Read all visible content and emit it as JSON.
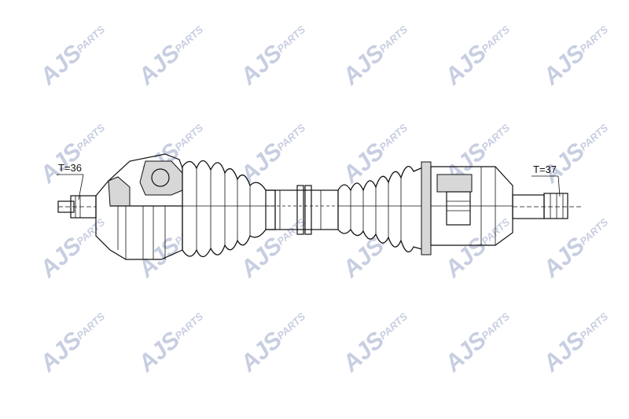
{
  "watermark": {
    "brand": "AJS",
    "suffix": "PARTS"
  },
  "labels": {
    "left_teeth": "T=36",
    "right_teeth": "T=37"
  },
  "colors": {
    "watermark": "#9aa6c8",
    "line": "#111111",
    "fill": "#d7d7d7"
  }
}
